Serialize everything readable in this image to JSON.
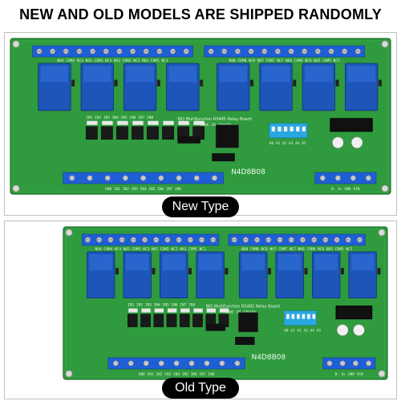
{
  "headline": "NEW AND OLD MODELS ARE SHIPPED RANDOMLY",
  "panels": [
    {
      "type_label": "New Type",
      "model": "N4D8B08",
      "board_title": "8IO Multifunction RS485 Relay Board",
      "board_subtitle": "MODE IN 12V/5A",
      "top_terminals": "NO4 COM4 NC4 NO3 COM3 NC3 NO2 COM2 NC2 NO1 COM1 NC1",
      "top_terminals_right": "NO8 COM8 NC8 NO7 COM7 NC7 NO6 COM6 NC6 NO5 COM5 NC5",
      "input_terminals": "GND IN1 IN2 IN3 IN4 IN5 IN6 IN7 IN8",
      "power_terminals": "B- A+ GND VIN",
      "dip_labels": "A0 A1 A2 A3 A4 A5"
    },
    {
      "type_label": "Old Type",
      "model": "N4D8B08",
      "board_title": "8IO Multifunction RS485 Relay Board",
      "board_subtitle": "MODE IN 12V/5A",
      "top_terminals": "NO4 COM4 NC4 NO3 COM3 NC3 NO2 COM2 NC2 NO1 COM1 NC1",
      "top_terminals_right": "NO8 COM8 NC8 NO7 COM7 NC7 NO6 COM6 NC6 NO5 COM5 NC5",
      "input_terminals": "GND IN1 IN2 IN3 IN4 IN5 IN6 IN7 IN8",
      "power_terminals": "B- A+ GND VIN",
      "dip_labels": "A0 A1 A2 A3 A4 A5"
    }
  ]
}
